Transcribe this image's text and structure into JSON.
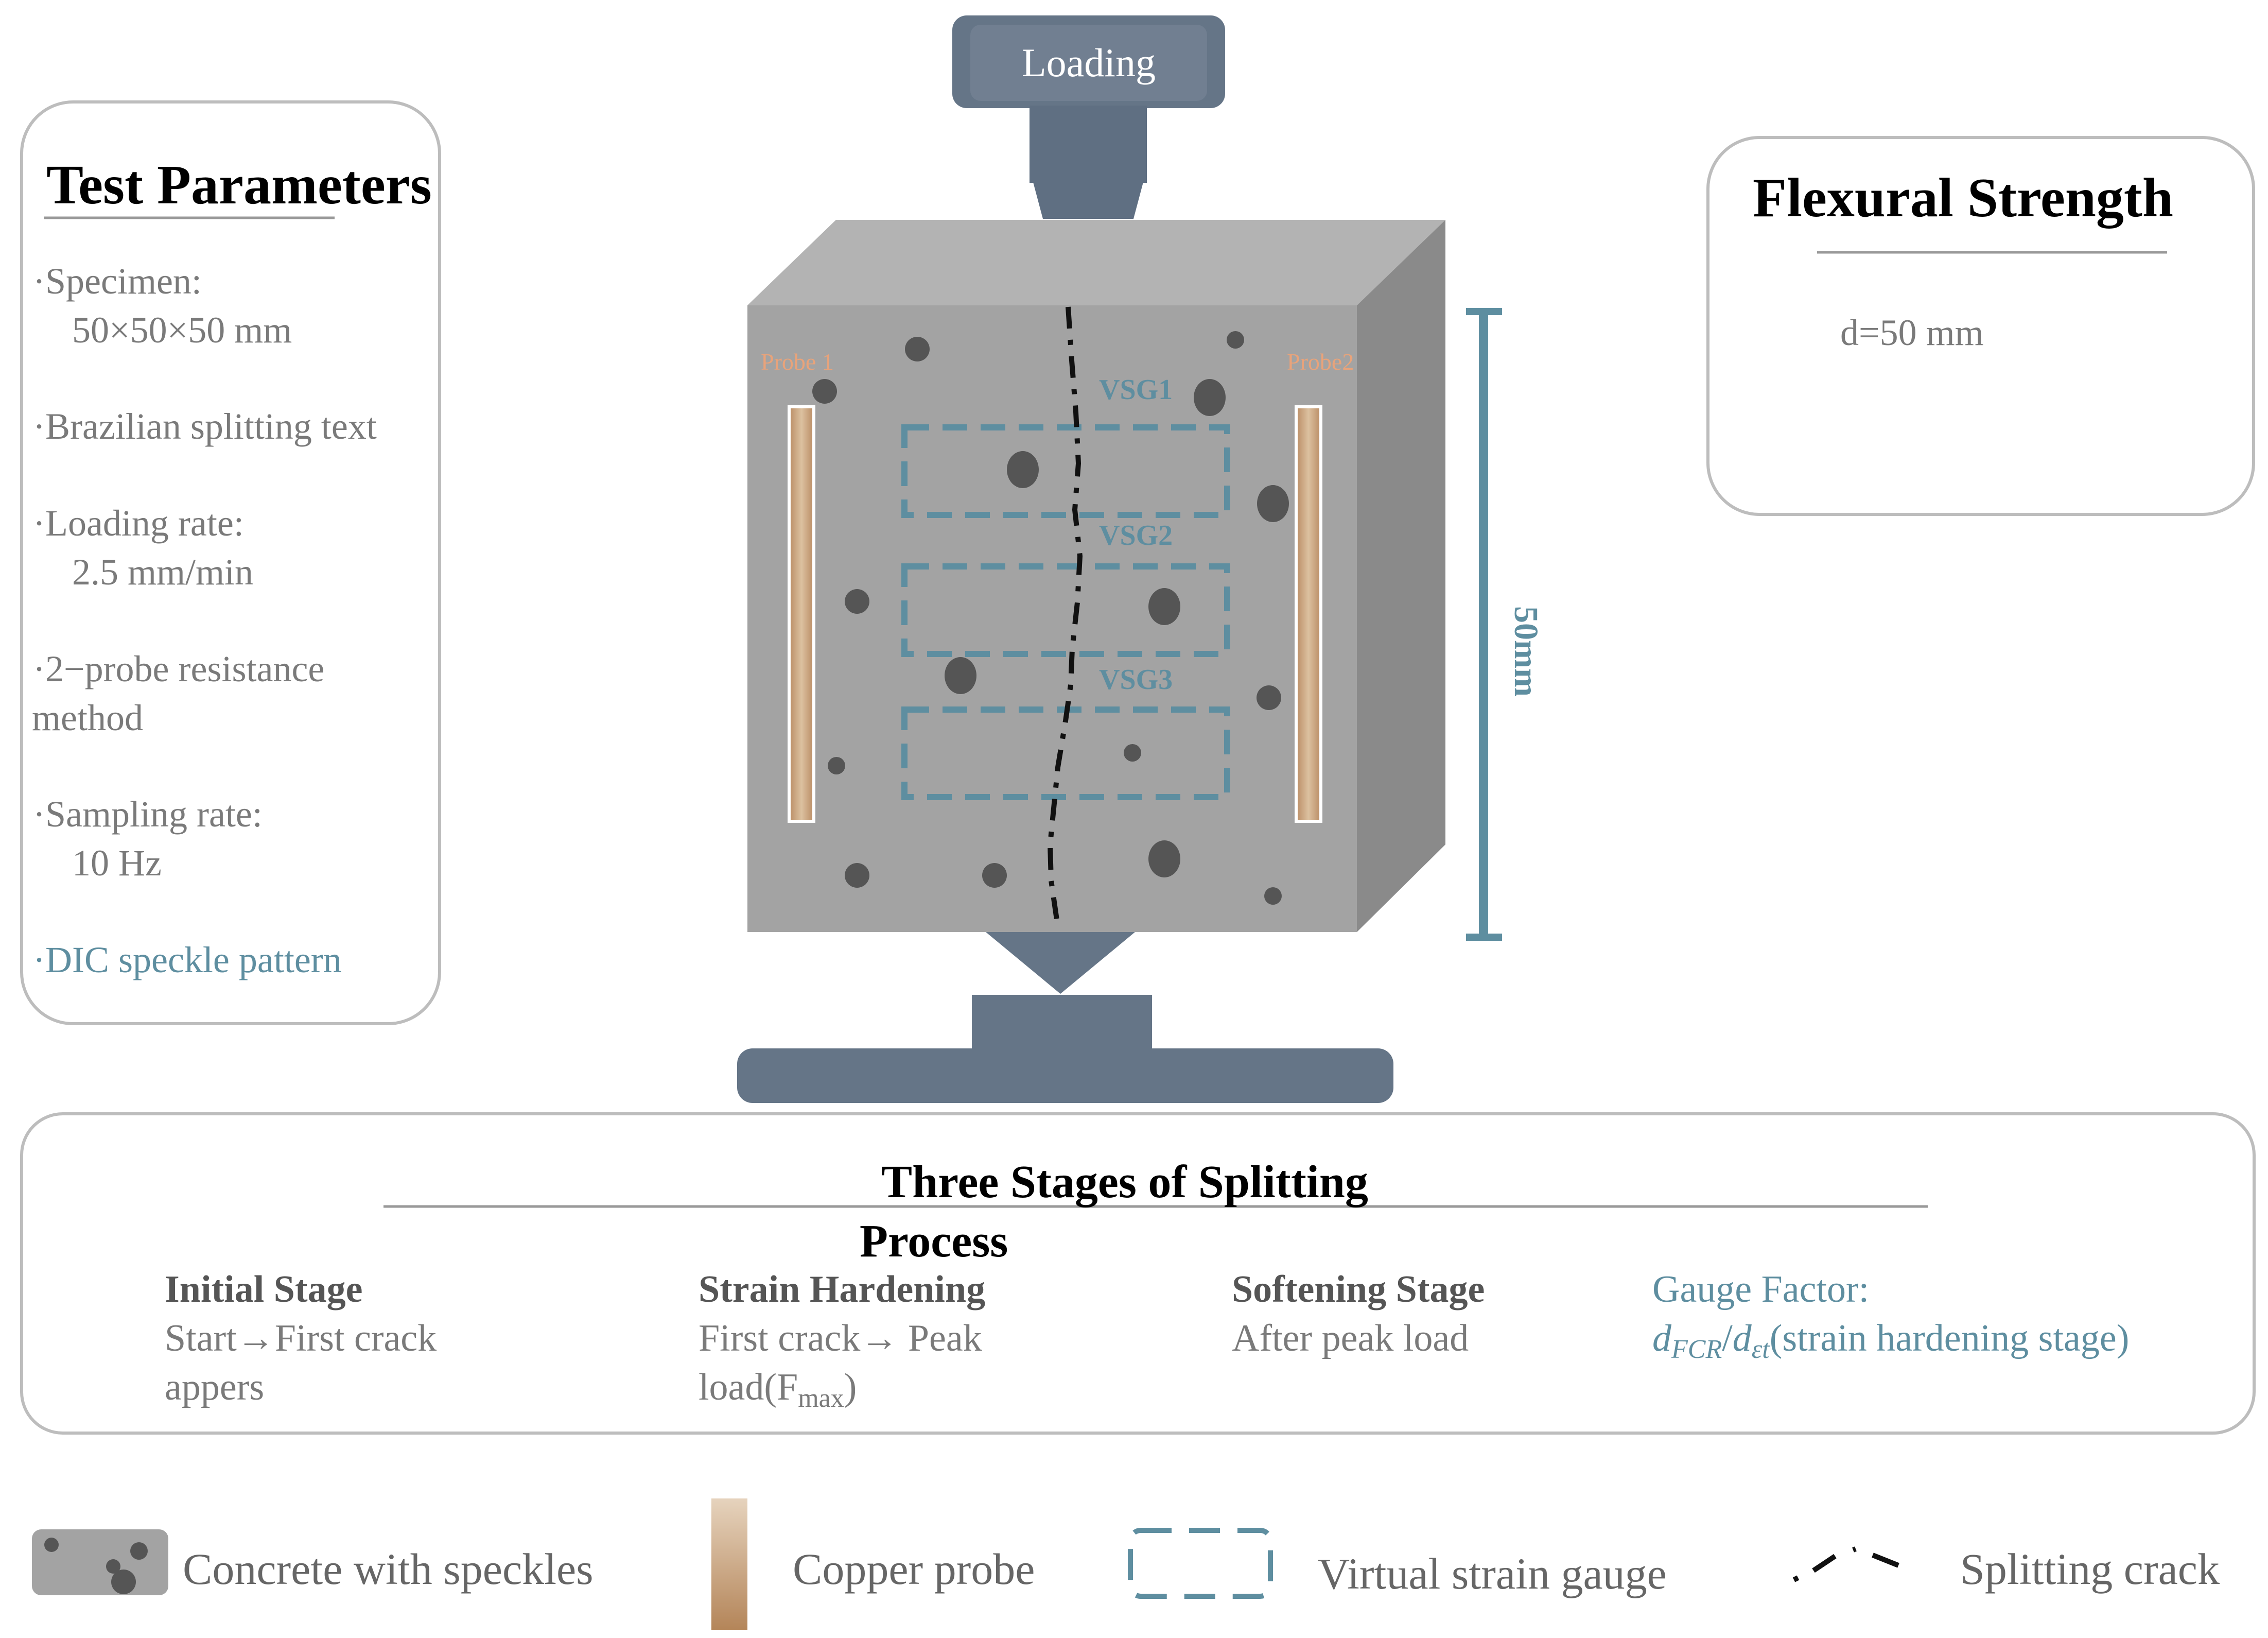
{
  "loading_label": "Loading",
  "test_parameters": {
    "title": "Test Parameters",
    "items": [
      {
        "lines": [
          "·Specimen:",
          "50×50×50 mm"
        ]
      },
      {
        "lines": [
          "·Brazilian splitting text"
        ]
      },
      {
        "lines": [
          "·Loading rate:",
          "2.5 mm/min"
        ]
      },
      {
        "lines": [
          "·2−probe resistance",
          "method"
        ]
      },
      {
        "lines": [
          "·Sampling rate:",
          "10 Hz"
        ]
      },
      {
        "lines": [
          "·DIC speckle pattern"
        ]
      }
    ]
  },
  "flexural_strength": {
    "title": "Flexural Strength",
    "value": "d=50 mm"
  },
  "specimen": {
    "probe1_label": "Probe 1",
    "probe2_label": "Probe2",
    "vsg_labels": [
      "VSG1",
      "VSG2",
      "VSG3"
    ],
    "dimension_label": "50mm"
  },
  "stages": {
    "title_line1": "Three Stages of Splitting",
    "title_line2": "Process",
    "initial": {
      "title": "Initial Stage",
      "line1": "Start→First crack",
      "line2": "appers"
    },
    "hardening": {
      "title": "Strain Hardening",
      "line1": "First crack→ Peak",
      "line2_prefix": "load(F",
      "line2_sub": "max",
      "line2_suffix": ")"
    },
    "softening": {
      "title": "Softening Stage",
      "line1": "After peak load"
    },
    "gauge": {
      "title": "Gauge Factor:",
      "formula_d1": "d",
      "formula_sub1": "FCR",
      "formula_slash": "/",
      "formula_d2": "d",
      "formula_sub2": "εt",
      "formula_suffix": "(strain hardening stage)"
    }
  },
  "legend": {
    "concrete": "Concrete with speckles",
    "copper": "Copper probe",
    "vsg": "Virtual strain gauge",
    "crack": "Splitting crack"
  },
  "colors": {
    "machine": "#657587",
    "concrete_front": "#a3a3a3",
    "concrete_top": "#b3b3b3",
    "concrete_side": "#8a8a8a",
    "speckle": "#555555",
    "vsg_blue": "#5e8ea0",
    "probe_orange": "#e9a37a",
    "panel_border": "#bdbdbd",
    "text_gray": "#777777",
    "text_dark": "#111111"
  }
}
